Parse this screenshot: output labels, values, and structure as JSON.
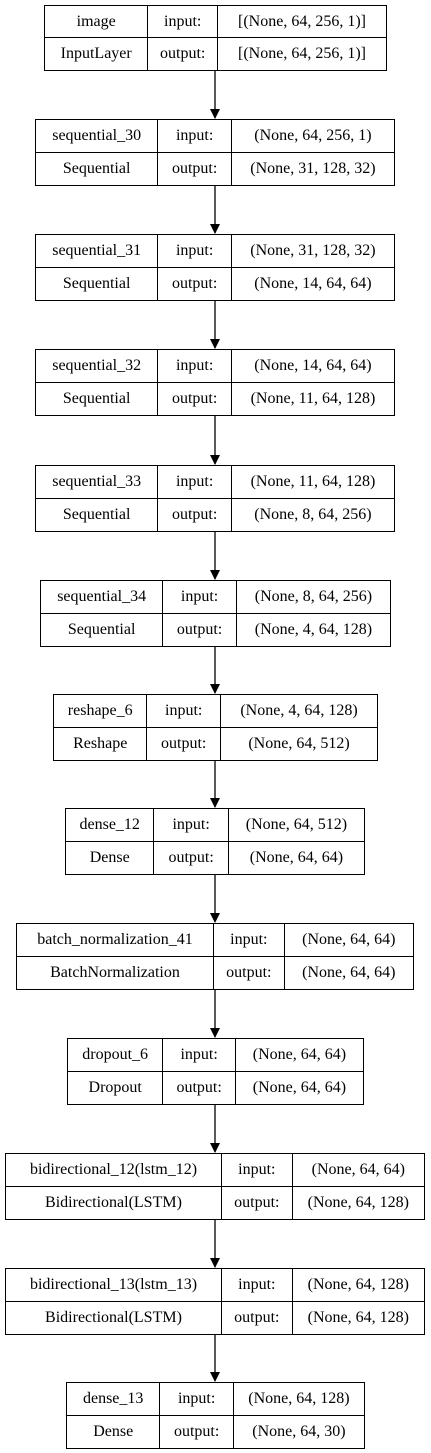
{
  "layers": [
    {
      "name": "image",
      "type": "InputLayer",
      "in_label": "input:",
      "out_label": "output:",
      "input": "[(None, 64, 256, 1)]",
      "output": "[(None, 64, 256, 1)]"
    },
    {
      "name": "sequential_30",
      "type": "Sequential",
      "in_label": "input:",
      "out_label": "output:",
      "input": "(None, 64, 256, 1)",
      "output": "(None, 31, 128, 32)"
    },
    {
      "name": "sequential_31",
      "type": "Sequential",
      "in_label": "input:",
      "out_label": "output:",
      "input": "(None, 31, 128, 32)",
      "output": "(None, 14, 64, 64)"
    },
    {
      "name": "sequential_32",
      "type": "Sequential",
      "in_label": "input:",
      "out_label": "output:",
      "input": "(None, 14, 64, 64)",
      "output": "(None, 11, 64, 128)"
    },
    {
      "name": "sequential_33",
      "type": "Sequential",
      "in_label": "input:",
      "out_label": "output:",
      "input": "(None, 11, 64, 128)",
      "output": "(None, 8, 64, 256)"
    },
    {
      "name": "sequential_34",
      "type": "Sequential",
      "in_label": "input:",
      "out_label": "output:",
      "input": "(None, 8, 64, 256)",
      "output": "(None, 4, 64, 128)"
    },
    {
      "name": "reshape_6",
      "type": "Reshape",
      "in_label": "input:",
      "out_label": "output:",
      "input": "(None, 4, 64, 128)",
      "output": "(None, 64, 512)"
    },
    {
      "name": "dense_12",
      "type": "Dense",
      "in_label": "input:",
      "out_label": "output:",
      "input": "(None, 64, 512)",
      "output": "(None, 64, 64)"
    },
    {
      "name": "batch_normalization_41",
      "type": "BatchNormalization",
      "in_label": "input:",
      "out_label": "output:",
      "input": "(None, 64, 64)",
      "output": "(None, 64, 64)"
    },
    {
      "name": "dropout_6",
      "type": "Dropout",
      "in_label": "input:",
      "out_label": "output:",
      "input": "(None, 64, 64)",
      "output": "(None, 64, 64)"
    },
    {
      "name": "bidirectional_12(lstm_12)",
      "type": "Bidirectional(LSTM)",
      "in_label": "input:",
      "out_label": "output:",
      "input": "(None, 64, 64)",
      "output": "(None, 64, 128)"
    },
    {
      "name": "bidirectional_13(lstm_13)",
      "type": "Bidirectional(LSTM)",
      "in_label": "input:",
      "out_label": "output:",
      "input": "(None, 64, 128)",
      "output": "(None, 64, 128)"
    },
    {
      "name": "dense_13",
      "type": "Dense",
      "in_label": "input:",
      "out_label": "output:",
      "input": "(None, 64, 128)",
      "output": "(None, 64, 30)"
    }
  ]
}
